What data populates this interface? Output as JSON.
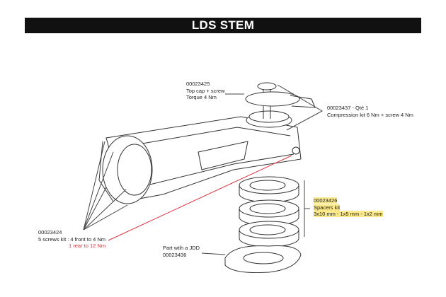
{
  "title": "LDS STEM",
  "labels": {
    "top_cap": {
      "part": "00023425",
      "name": "Top cap + screw",
      "torque": "Torque 4 Nm"
    },
    "compression": {
      "part": "00023437 - Qté 1",
      "name": "Compression kit 6 Nm + screw  4 Nm"
    },
    "spacers": {
      "part": "00023426",
      "name": "Spacers kit",
      "sizes": "3x10 mm - 1x5 mm - 1x2 mm"
    },
    "screws": {
      "part": "00023424",
      "front": "5 screws kit : 4 front to 4 Nm",
      "rear": "1 rear to 12 Nm"
    },
    "jdd": {
      "name": "Part wtih a JDD",
      "part": "00023436"
    }
  },
  "colors": {
    "title_bg": "#111111",
    "highlight": "#fbe98a",
    "rear_line": "#d9333f"
  }
}
